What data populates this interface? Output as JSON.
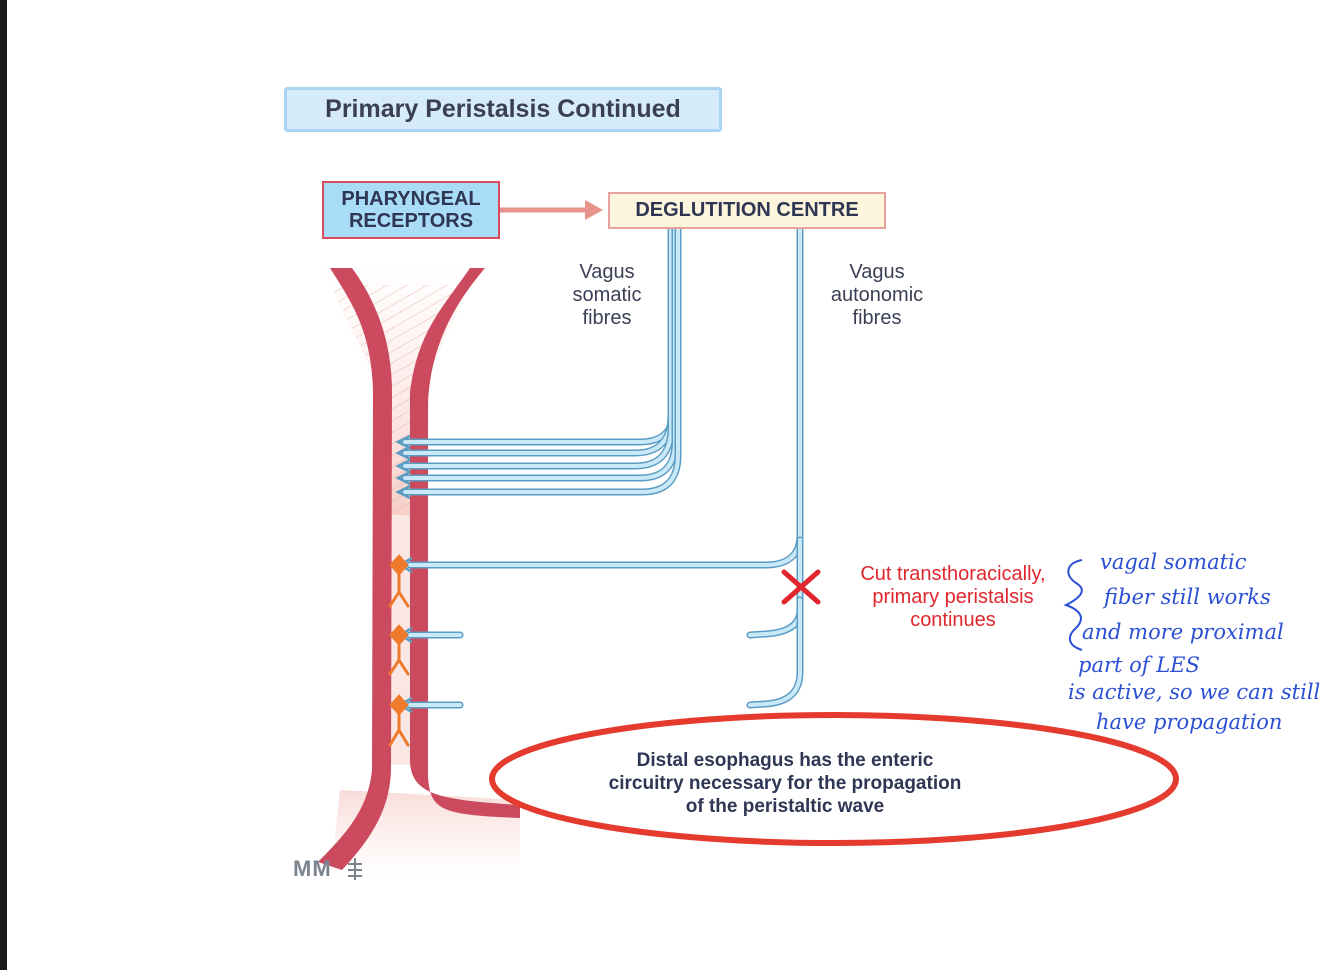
{
  "title": "Primary Peristalsis Continued",
  "boxes": {
    "pharyngeal": [
      "PHARYNGEAL",
      "RECEPTORS"
    ],
    "deglutition": "DEGLUTITION CENTRE"
  },
  "labels": {
    "vagus_somatic": [
      "Vagus",
      "somatic",
      "fibres"
    ],
    "vagus_autonomic": [
      "Vagus",
      "autonomic",
      "fibres"
    ],
    "cut": [
      "Cut  transthoracically,",
      "primary peristalsis",
      "continues"
    ],
    "distal": [
      "Distal esophagus has the enteric",
      "circuitry necessary for the propagation",
      "of the peristaltic wave"
    ]
  },
  "logo": "MM",
  "handwritten_note": [
    "vagal somatic",
    "fiber still works",
    "and more proximal",
    "part of LES",
    "is active, so we can still",
    "have propagation"
  ],
  "colors": {
    "esophagus": "#cc4a5e",
    "esophagus_light": "#f6d6d6",
    "nerve_fill": "#c9e9f8",
    "nerve_edge": "#5a9cc2",
    "cut_red": "#e0262c",
    "neuron_orange": "#ee7a2c",
    "note_blue": "#2b4fd4",
    "oval_red": "#e53a2e"
  }
}
